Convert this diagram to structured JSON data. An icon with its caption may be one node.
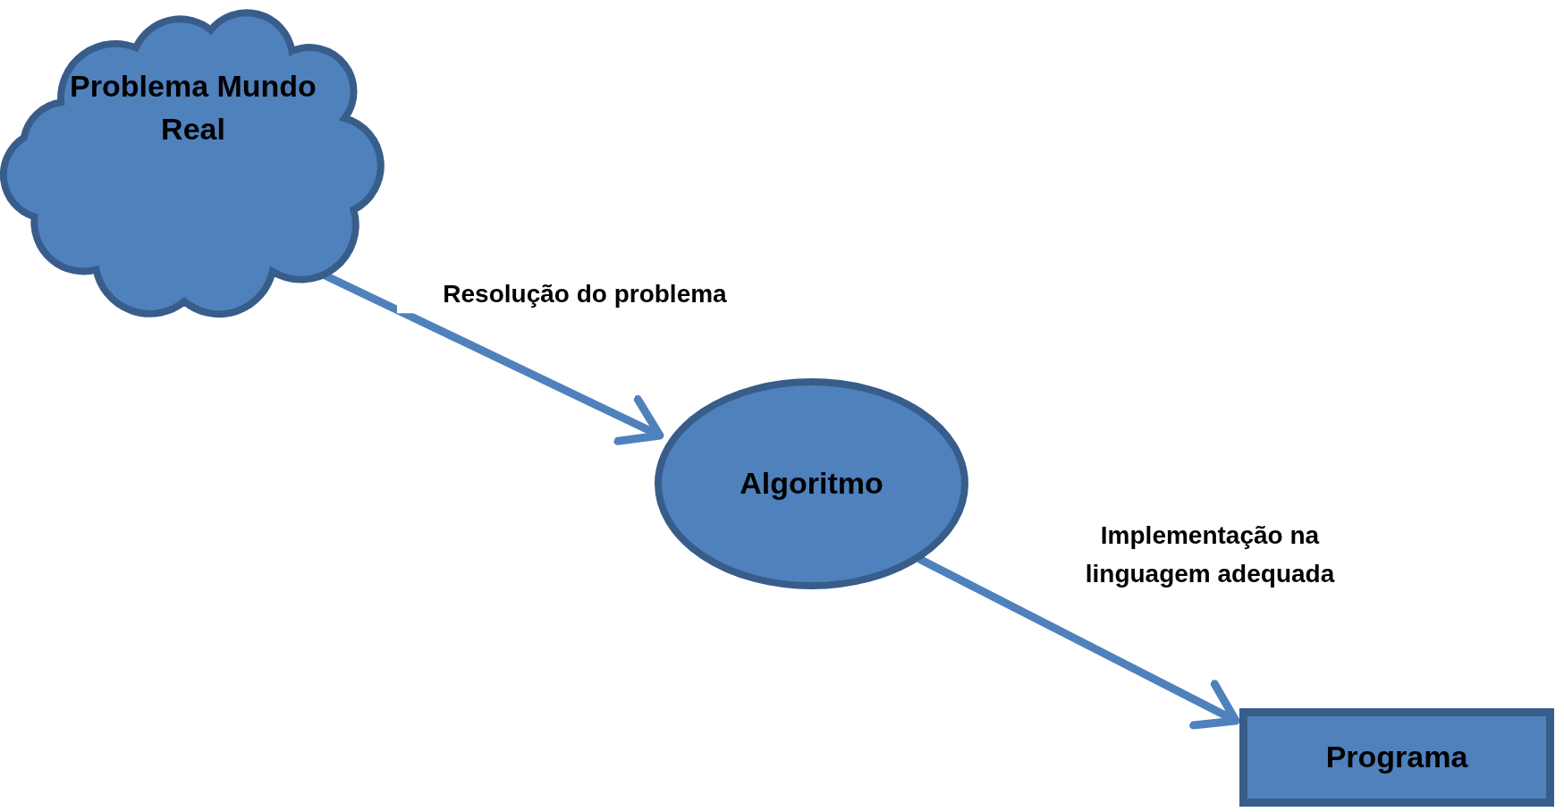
{
  "diagram": {
    "nodes": [
      {
        "text": [
          "Problema Mundo Real"
        ]
      },
      {
        "text": [
          "Algoritmo"
        ]
      },
      {
        "text": [
          "Programa"
        ]
      }
    ],
    "edges": [
      {
        "from": 0,
        "to": 1,
        "arrow": "to",
        "label": "Resolução do problema"
      },
      {
        "from": 1,
        "to": 2,
        "arrow": "to",
        "label": "Implementação na linguagem adequada"
      }
    ]
  }
}
